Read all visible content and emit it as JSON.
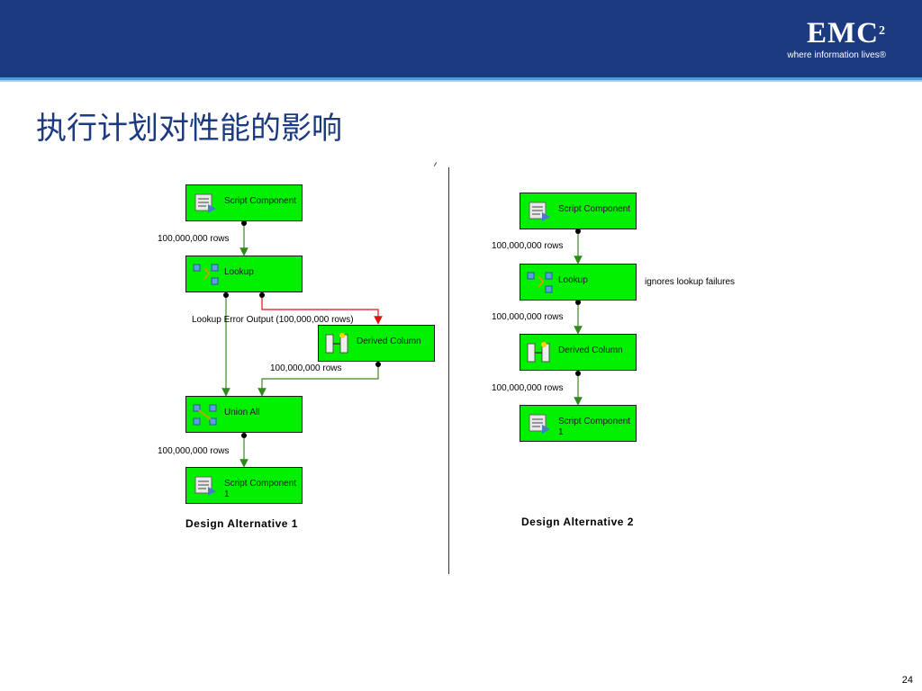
{
  "header": {
    "logo_text": "EMC",
    "logo_superscript": "2",
    "logo_tagline": "where information lives®"
  },
  "title": "执行计划对性能的影响",
  "alt1": {
    "caption": "Design Alternative 1",
    "nodes": {
      "script1": "Script Component",
      "lookup": "Lookup",
      "derived": "Derived Column",
      "union": "Union All",
      "script2_line1": "Script Component",
      "script2_line2": "1"
    },
    "edges": {
      "script_to_lookup": "100,000,000 rows",
      "lookup_error": "Lookup Error Output (100,000,000 rows)",
      "derived_to_union": "100,000,000 rows",
      "union_to_script": "100,000,000 rows"
    }
  },
  "alt2": {
    "caption": "Design Alternative 2",
    "nodes": {
      "script1": "Script Component",
      "lookup": "Lookup",
      "derived": "Derived Column",
      "script2_line1": "Script Component",
      "script2_line2": "1"
    },
    "edges": {
      "script_to_lookup": "100,000,000 rows",
      "lookup_to_derived": "100,000,000 rows",
      "derived_to_script": "100,000,000 rows"
    },
    "annotation": "ignores lookup failures"
  },
  "page_number": "24",
  "colors": {
    "header": "#1b3a80",
    "title": "#1b3a80",
    "node_fill": "#00f000",
    "edge": "#3a8a1a",
    "error_edge": "#e01010"
  }
}
